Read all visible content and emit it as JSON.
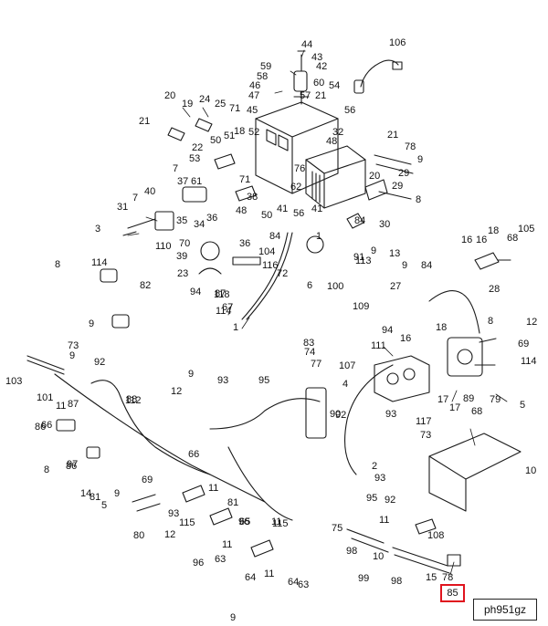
{
  "figure_id": "ph951gz",
  "highlighted_callout": "85",
  "highlight_color": "#e0141e",
  "callouts": [
    "44",
    "43",
    "42",
    "106",
    "59",
    "58",
    "46",
    "60",
    "47",
    "57",
    "21",
    "54",
    "45",
    "20",
    "19",
    "24",
    "25",
    "71",
    "21",
    "50",
    "51",
    "18",
    "56",
    "53",
    "22",
    "52",
    "48",
    "32",
    "21",
    "78",
    "9",
    "7",
    "71",
    "20",
    "29",
    "76",
    "40",
    "37",
    "61",
    "62",
    "29",
    "8",
    "7",
    "31",
    "34",
    "35",
    "36",
    "38",
    "48",
    "50",
    "41",
    "56",
    "41",
    "30",
    "84",
    "9",
    "13",
    "91",
    "84",
    "3",
    "110",
    "70",
    "39",
    "36",
    "67",
    "104",
    "1",
    "18",
    "105",
    "16",
    "16",
    "68",
    "8",
    "114",
    "23",
    "116",
    "72",
    "118",
    "113",
    "9",
    "84",
    "82",
    "94",
    "100",
    "6",
    "27",
    "87",
    "114",
    "9",
    "1",
    "28",
    "109",
    "8",
    "12",
    "94",
    "16",
    "18",
    "83",
    "74",
    "69",
    "77",
    "111",
    "114",
    "107",
    "73",
    "9",
    "92",
    "103",
    "101",
    "4",
    "11",
    "5",
    "17",
    "89",
    "79",
    "17",
    "112",
    "9",
    "93",
    "95",
    "12",
    "90",
    "88",
    "66",
    "93",
    "68",
    "117",
    "86",
    "87",
    "73",
    "92",
    "8",
    "97",
    "66",
    "2",
    "93",
    "14",
    "69",
    "11",
    "81",
    "9",
    "5",
    "81",
    "92",
    "86",
    "80",
    "93",
    "115",
    "95",
    "96",
    "12",
    "11",
    "63",
    "10",
    "11",
    "115",
    "75",
    "10",
    "98",
    "108",
    "65",
    "96",
    "11",
    "64",
    "11",
    "64",
    "63",
    "99",
    "15",
    "98",
    "78",
    "102",
    "9",
    "85"
  ]
}
